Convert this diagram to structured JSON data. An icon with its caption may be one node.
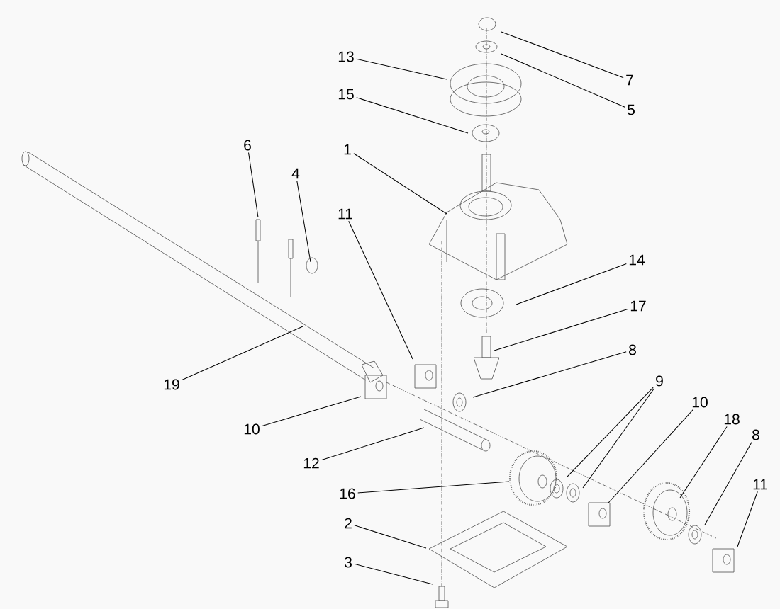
{
  "diagram": {
    "nodes": [
      {
        "text": [
          "13"
        ]
      },
      {
        "text": [
          "7"
        ]
      },
      {
        "text": [
          "5"
        ]
      },
      {
        "text": [
          "15"
        ]
      },
      {
        "text": [
          "6"
        ]
      },
      {
        "text": [
          "1"
        ]
      },
      {
        "text": [
          "4"
        ]
      },
      {
        "text": [
          "11"
        ]
      },
      {
        "text": [
          "14"
        ]
      },
      {
        "text": [
          "17"
        ]
      },
      {
        "text": [
          "8"
        ]
      },
      {
        "text": [
          "19"
        ]
      },
      {
        "text": [
          "9"
        ]
      },
      {
        "text": [
          "10"
        ]
      },
      {
        "text": [
          "10"
        ]
      },
      {
        "text": [
          "18"
        ]
      },
      {
        "text": [
          "8"
        ]
      },
      {
        "text": [
          "12"
        ]
      },
      {
        "text": [
          "16"
        ]
      },
      {
        "text": [
          "11"
        ]
      },
      {
        "text": [
          "2"
        ]
      },
      {
        "text": [
          "3"
        ]
      }
    ],
    "edges": [
      {
        "from": 0,
        "to": null,
        "arrow": "none"
      },
      {
        "from": 1,
        "to": null,
        "arrow": "none"
      },
      {
        "from": 2,
        "to": null,
        "arrow": "none"
      },
      {
        "from": 3,
        "to": null,
        "arrow": "none"
      },
      {
        "from": 4,
        "to": null,
        "arrow": "none"
      },
      {
        "from": 5,
        "to": null,
        "arrow": "none"
      },
      {
        "from": 6,
        "to": null,
        "arrow": "none"
      },
      {
        "from": 7,
        "to": null,
        "arrow": "none"
      },
      {
        "from": 8,
        "to": null,
        "arrow": "none"
      },
      {
        "from": 9,
        "to": null,
        "arrow": "none"
      },
      {
        "from": 10,
        "to": null,
        "arrow": "none"
      },
      {
        "from": 11,
        "to": null,
        "arrow": "none"
      },
      {
        "from": 12,
        "to": null,
        "arrow": "none"
      },
      {
        "from": 12,
        "to": null,
        "arrow": "none"
      },
      {
        "from": 13,
        "to": null,
        "arrow": "none"
      },
      {
        "from": 14,
        "to": null,
        "arrow": "none"
      },
      {
        "from": 15,
        "to": null,
        "arrow": "none"
      },
      {
        "from": 16,
        "to": null,
        "arrow": "none"
      },
      {
        "from": 17,
        "to": null,
        "arrow": "none"
      },
      {
        "from": 18,
        "to": null,
        "arrow": "none"
      },
      {
        "from": 19,
        "to": null,
        "arrow": "none"
      },
      {
        "from": 20,
        "to": null,
        "arrow": "none"
      },
      {
        "from": 21,
        "to": null,
        "arrow": "none"
      }
    ]
  }
}
